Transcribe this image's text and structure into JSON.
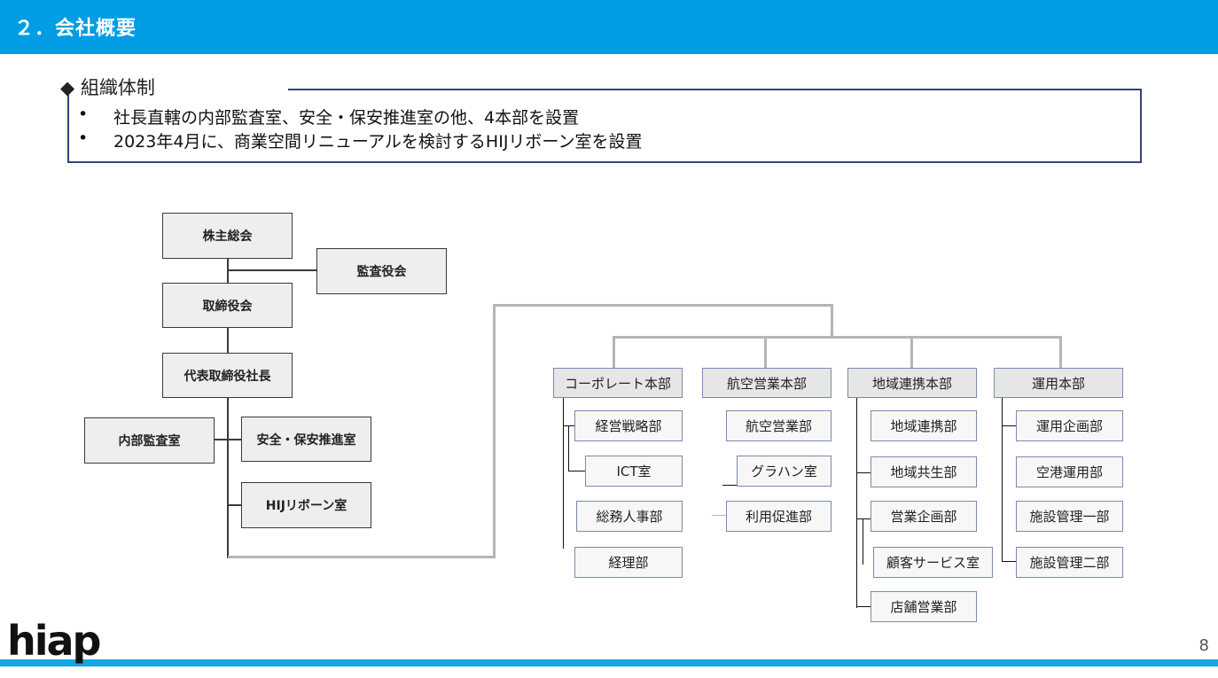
{
  "header": {
    "title": "２．会社概要",
    "color": "#009de4"
  },
  "section": {
    "title": "◆ 組織体制"
  },
  "bullets": [
    {
      "dot": "•",
      "text": "社長直轄の内部監査室、安全・保安推進室の他、4本部を設置"
    },
    {
      "dot": "•",
      "text": "2023年4月に、商業空間リニューアルを検討するHIJリボーン室を設置"
    }
  ],
  "org": {
    "shareholders": "株主総会",
    "auditors": "監査役会",
    "board": "取締役会",
    "president": "代表取締役社長",
    "internal_audit": "内部監査室",
    "safety": "安全・保安推進室",
    "reborn": "HIJリボーン室",
    "divisions": [
      {
        "name": "コーポレート本部",
        "subs": [
          "経営戦略部",
          "ICT室",
          "総務人事部",
          "経理部"
        ]
      },
      {
        "name": "航空営業本部",
        "subs": [
          "航空営業部",
          "グラハン室",
          "利用促進部"
        ]
      },
      {
        "name": "地域連携本部",
        "subs": [
          "地域連携部",
          "地域共生部",
          "営業企画部",
          "顧客サービス室",
          "店舗営業部"
        ]
      },
      {
        "name": "運用本部",
        "subs": [
          "運用企画部",
          "空港運用部",
          "施設管理一部",
          "施設管理二部"
        ]
      }
    ]
  },
  "footer": {
    "logo": "hiap",
    "page": "8",
    "bar_color": "#16a7e0"
  }
}
